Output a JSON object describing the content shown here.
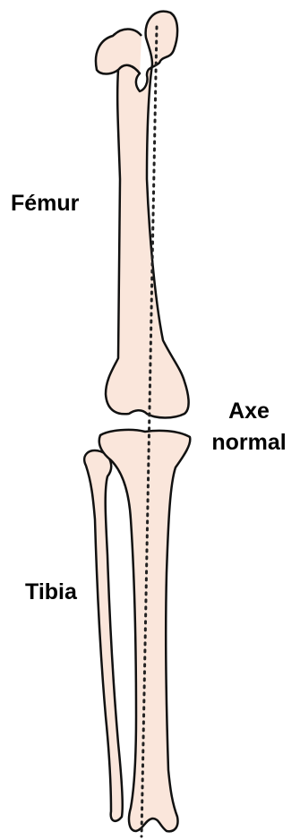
{
  "labels": {
    "femur": "Fémur",
    "tibia": "Tibia",
    "axis_line1": "Axe",
    "axis_line2": "normal"
  },
  "colors": {
    "bone_fill": "#fae6db",
    "bone_outline": "#111111",
    "axis_line": "#222222",
    "text": "#000000"
  }
}
